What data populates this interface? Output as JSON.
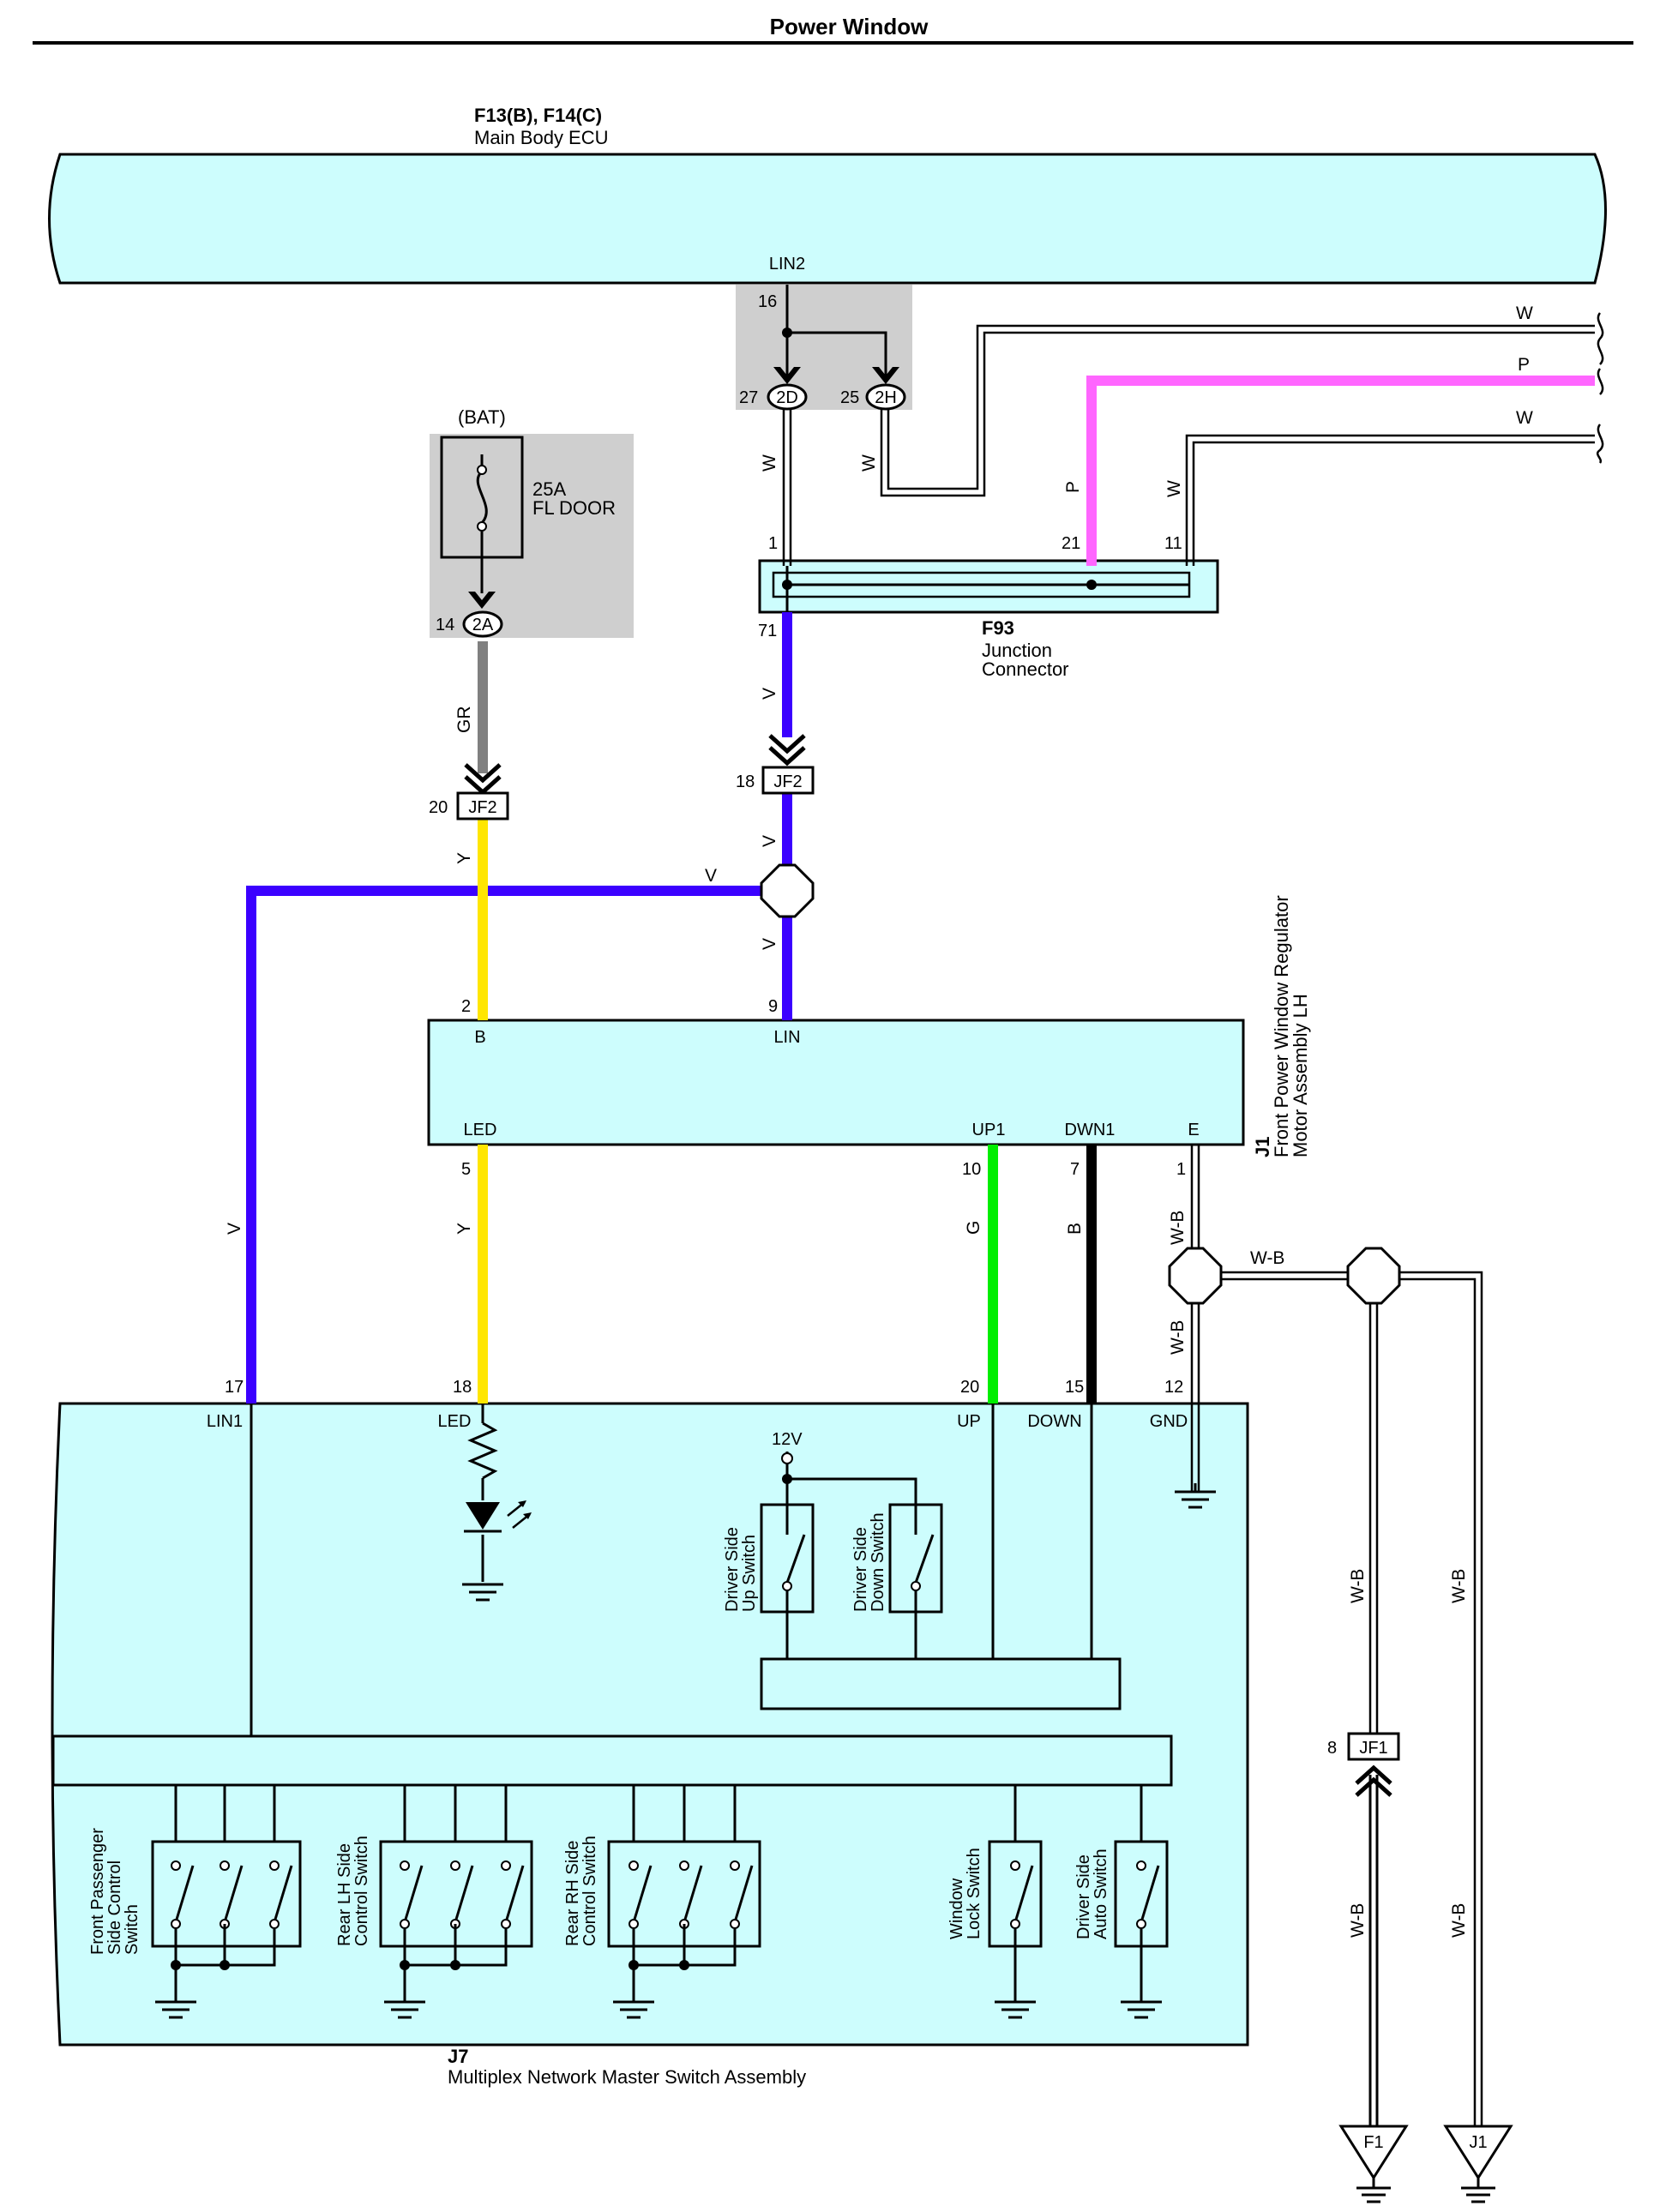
{
  "title": "Power Window",
  "colors": {
    "violet": "#3b00ff",
    "yellow": "#ffe600",
    "pink": "#ff66ff",
    "green": "#00ee00",
    "gray": "#808080",
    "black": "#000000",
    "white_wire": "#ffffff",
    "ecu_fill": "#cdfdfd",
    "shade": "#cfcfcf"
  },
  "ecu": {
    "code": "F13(B), F14(C)",
    "name": "Main Body ECU",
    "terminal": "LIN2",
    "pin": "16"
  },
  "splice": {
    "c2d": {
      "label": "2D",
      "pin": "27"
    },
    "c2h": {
      "label": "2H",
      "pin": "25"
    }
  },
  "fuse": {
    "source": "(BAT)",
    "rating": "25A",
    "name": "FL DOOR",
    "conn": "2A",
    "pin": "14"
  },
  "junction": {
    "code": "F93",
    "name1": "Junction",
    "name2": "Connector",
    "pin_in": "1",
    "pin_p": "21",
    "pin_w": "11",
    "pin_out": "71"
  },
  "jf2_a": {
    "label": "JF2",
    "pin": "20"
  },
  "jf2_b": {
    "label": "JF2",
    "pin": "18"
  },
  "motor": {
    "code": "J1",
    "name1": "Front Power Window Regulator",
    "name2": "Motor Assembly LH",
    "t_b": "B",
    "pin_b": "2",
    "t_lin": "LIN",
    "pin_lin": "9",
    "t_led": "LED",
    "pin_led": "5",
    "t_up": "UP1",
    "pin_up": "10",
    "t_dwn": "DWN1",
    "pin_dwn": "7",
    "t_e": "E",
    "pin_e": "1"
  },
  "master": {
    "code": "J7",
    "name": "Multiplex Network Master Switch Assembly",
    "t_lin": "LIN1",
    "pin_lin": "17",
    "t_led": "LED",
    "pin_led": "18",
    "t_up": "UP",
    "pin_up": "20",
    "t_down": "DOWN",
    "pin_down": "15",
    "t_gnd": "GND",
    "pin_gnd": "12",
    "v12": "12V",
    "sw_up": [
      "Driver Side",
      "Up Switch"
    ],
    "sw_down": [
      "Driver Side",
      "Down Switch"
    ],
    "sw_fp": [
      "Front Passenger",
      "Side Control",
      "Switch"
    ],
    "sw_rlh": [
      "Rear LH Side",
      "Control Switch"
    ],
    "sw_rrh": [
      "Rear RH Side",
      "Control Switch"
    ],
    "sw_lock": [
      "Window",
      "Lock Switch"
    ],
    "sw_auto": [
      "Driver Side",
      "Auto Switch"
    ]
  },
  "jf1": {
    "label": "JF1",
    "pin": "8"
  },
  "grounds": {
    "f1": "F1",
    "j1": "J1"
  },
  "wires": {
    "w": "W",
    "p": "P",
    "v": "V",
    "gr": "GR",
    "y": "Y",
    "g": "G",
    "b": "B",
    "wb": "W-B"
  }
}
